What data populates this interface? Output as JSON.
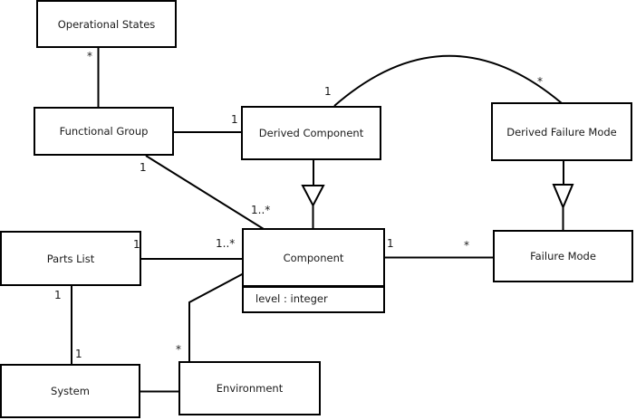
{
  "diagram": {
    "kind": "uml-class-diagram",
    "colors": {
      "background": "#ffffff",
      "line": "#000000",
      "text": "#1a1a1a"
    },
    "classes": {
      "operational_states": {
        "name": "Operational States"
      },
      "functional_group": {
        "name": "Functional Group"
      },
      "derived_component": {
        "name": "Derived Component"
      },
      "derived_failure_mode": {
        "name": "Derived Failure Mode"
      },
      "parts_list": {
        "name": "Parts List"
      },
      "component": {
        "name": "Component",
        "attributes": [
          "level : integer"
        ]
      },
      "failure_mode": {
        "name": "Failure Mode"
      },
      "system": {
        "name": "System"
      },
      "environment": {
        "name": "Environment"
      }
    },
    "associations": [
      {
        "from": "Operational States",
        "to": "Functional Group",
        "from_mult": "*"
      },
      {
        "from": "Functional Group",
        "to": "Derived Component",
        "to_mult": "1"
      },
      {
        "from": "Functional Group",
        "to": "Component",
        "from_mult": "1",
        "to_mult": "1..*"
      },
      {
        "from": "Derived Component",
        "to": "Derived Failure Mode",
        "from_mult": "1",
        "to_mult": "*"
      },
      {
        "from": "Component",
        "to": "Failure Mode",
        "from_mult": "1",
        "to_mult": "*"
      },
      {
        "from": "Parts List",
        "to": "Component",
        "from_mult": "1",
        "to_mult": "1..*"
      },
      {
        "from": "Parts List",
        "to": "System",
        "from_mult": "1",
        "to_mult": "1"
      },
      {
        "from": "Component",
        "to": "Environment",
        "to_mult": "*"
      },
      {
        "from": "System",
        "to": "Environment"
      }
    ],
    "generalizations": [
      {
        "child": "Derived Component",
        "parent": "Component"
      },
      {
        "child": "Derived Failure Mode",
        "parent": "Failure Mode"
      }
    ]
  }
}
